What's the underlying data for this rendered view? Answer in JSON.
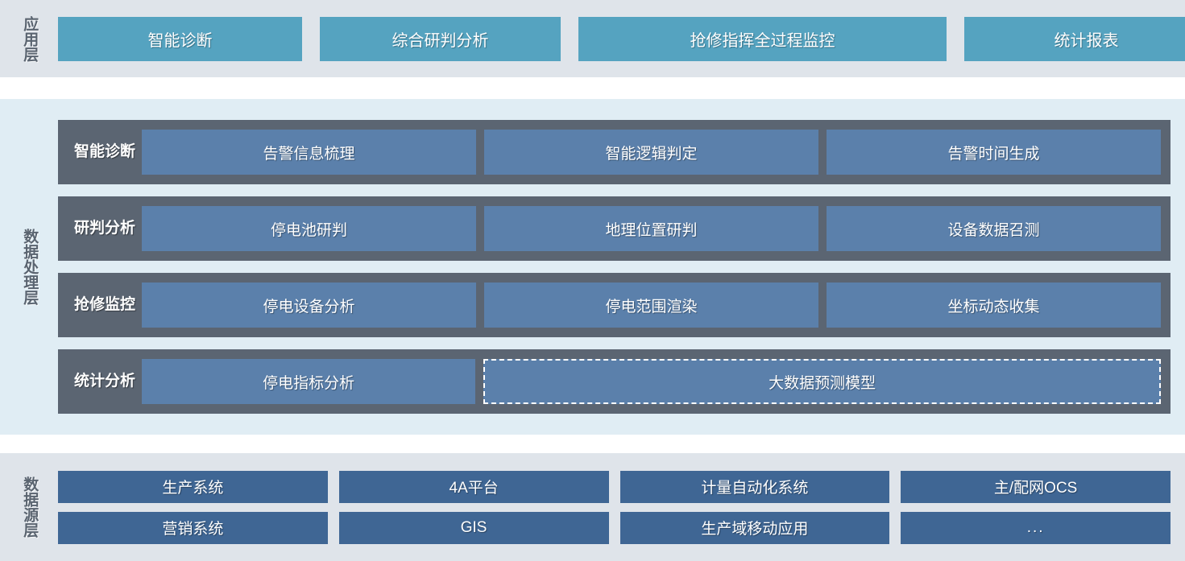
{
  "colors": {
    "app_panel_bg": "#dfe4ea",
    "proc_panel_bg": "#e0edf4",
    "src_panel_bg": "#dfe4ea",
    "app_card": "#55a3c0",
    "proc_row": "#5b6572",
    "proc_card": "#5b80ab",
    "src_card": "#3f6694",
    "label_text": "#5a6470",
    "card_text": "#ffffff"
  },
  "application_layer": {
    "label": "应用层",
    "cards": [
      {
        "label": "智能诊断"
      },
      {
        "label": "综合研判分析"
      },
      {
        "label": "抢修指挥全过程监控"
      },
      {
        "label": "统计报表"
      }
    ]
  },
  "data_processing_layer": {
    "label": "数据处理层",
    "rows": [
      {
        "label": "智能诊断",
        "cards": [
          {
            "label": "告警信息梳理",
            "dashed": false
          },
          {
            "label": "智能逻辑判定",
            "dashed": false
          },
          {
            "label": "告警时间生成",
            "dashed": false
          }
        ]
      },
      {
        "label": "研判分析",
        "cards": [
          {
            "label": "停电池研判",
            "dashed": false
          },
          {
            "label": "地理位置研判",
            "dashed": false
          },
          {
            "label": "设备数据召测",
            "dashed": false
          }
        ]
      },
      {
        "label": "抢修监控",
        "cards": [
          {
            "label": "停电设备分析",
            "dashed": false
          },
          {
            "label": "停电范围渲染",
            "dashed": false
          },
          {
            "label": "坐标动态收集",
            "dashed": false
          }
        ]
      },
      {
        "label": "统计分析",
        "cards": [
          {
            "label": "停电指标分析",
            "dashed": false
          },
          {
            "label": "大数据预测模型",
            "dashed": true
          }
        ]
      }
    ]
  },
  "data_source_layer": {
    "label": "数据源层",
    "rows": [
      [
        {
          "label": "生产系统"
        },
        {
          "label": "4A平台"
        },
        {
          "label": "计量自动化系统"
        },
        {
          "label": "主/配网OCS"
        }
      ],
      [
        {
          "label": "营销系统"
        },
        {
          "label": "GIS"
        },
        {
          "label": "生产域移动应用"
        },
        {
          "label": "..."
        }
      ]
    ]
  }
}
